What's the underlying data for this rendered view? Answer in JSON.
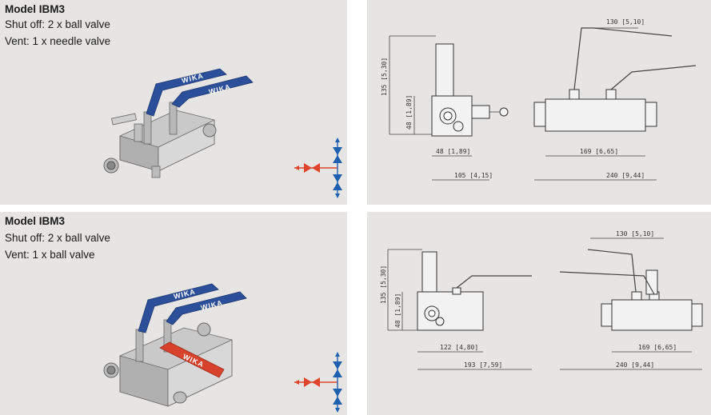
{
  "sections": [
    {
      "model_title": "Model IBM3",
      "shut_off": "Shut off: 2 x ball valve",
      "vent": "Vent: 1 x needle valve",
      "brand": "WIKA",
      "dims": {
        "a": "130 [5,10]",
        "b": "135 [5,30]",
        "c": "48 [1,89]",
        "d": "48 [1,89]",
        "e": "105 [4,15]",
        "f": "169 [6,65]",
        "g": "240 [9,44]"
      }
    },
    {
      "model_title": "Model IBM3",
      "shut_off": "Shut off: 2 x ball valve",
      "vent": "Vent: 1 x ball valve",
      "brand": "WIKA",
      "dims": {
        "a": "130 [5,10]",
        "b": "135 [5,30]",
        "c": "48 [1,89]",
        "d": "122 [4,80]",
        "e": "193 [7,59]",
        "f": "169 [6,65]",
        "g": "240 [9,44]"
      }
    }
  ],
  "colors": {
    "panel": "#e6e5e4",
    "handle_blue": "#2c4f9a",
    "handle_red": "#d8412b",
    "symbol_blue": "#1f5fb0",
    "symbol_red": "#e0452b"
  },
  "icons": [
    "valve-schematic-icon",
    "flow-arrow-icon"
  ]
}
